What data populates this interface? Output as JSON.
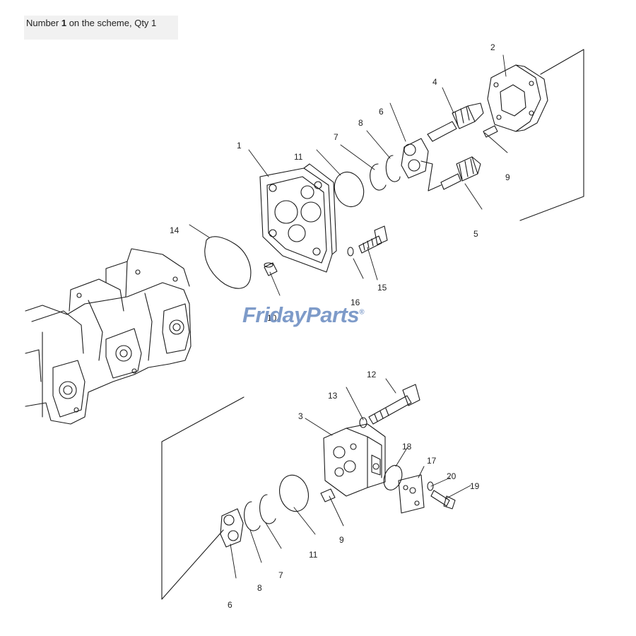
{
  "caption": {
    "prefix": "Number ",
    "number": "1",
    "suffix": " on the scheme, Qty 1"
  },
  "watermark": {
    "part1": "Friday",
    "part2": "Parts",
    "registered": "®",
    "colors": {
      "primary": "#7e9bc9",
      "accent": "#e8b040"
    }
  },
  "callouts": {
    "c1": "1",
    "c2": "2",
    "c3": "3",
    "c4": "4",
    "c5": "5",
    "c6a": "6",
    "c6b": "6",
    "c7a": "7",
    "c7b": "7",
    "c8a": "8",
    "c8b": "8",
    "c9a": "9",
    "c9b": "9",
    "c10": "10",
    "c11a": "11",
    "c11b": "11",
    "c12": "12",
    "c13": "13",
    "c14": "14",
    "c15": "15",
    "c16": "16",
    "c17": "17",
    "c18": "18",
    "c19": "19",
    "c20": "20"
  }
}
